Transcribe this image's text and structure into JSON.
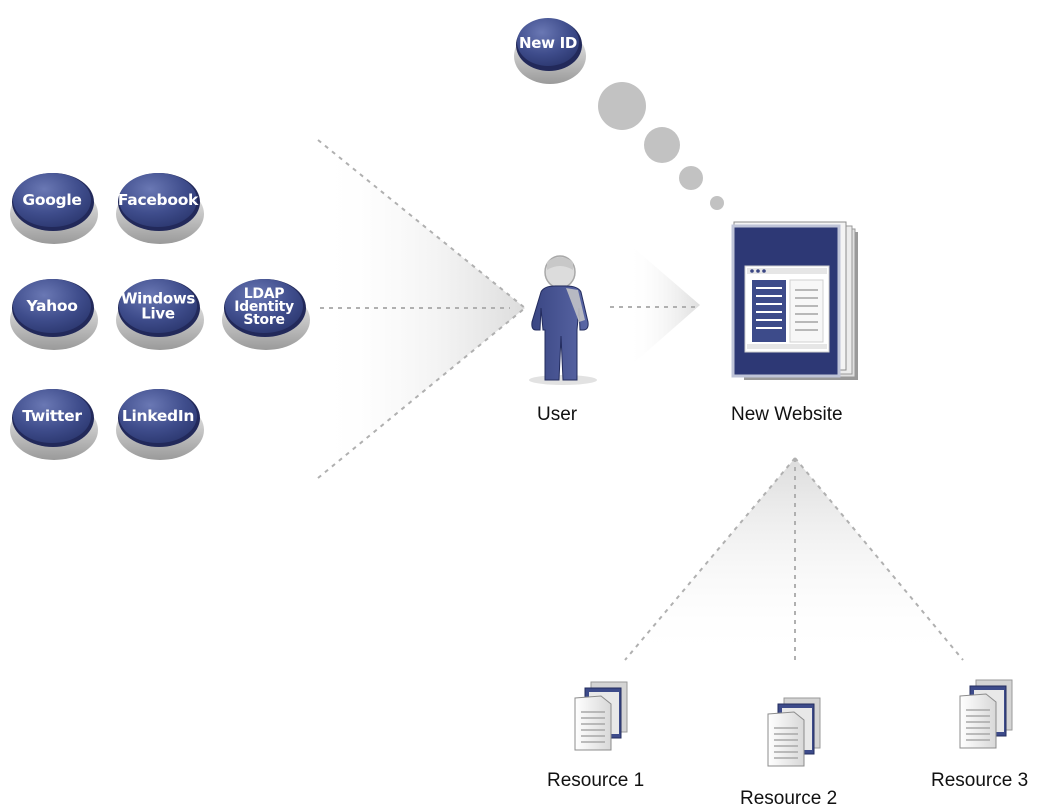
{
  "new_id": "New ID",
  "identity_providers": [
    {
      "lines": [
        "Google"
      ]
    },
    {
      "lines": [
        "Facebook"
      ]
    },
    {
      "lines": [
        "Yahoo"
      ]
    },
    {
      "lines": [
        "Windows",
        "Live"
      ]
    },
    {
      "lines": [
        "LDAP",
        "Identity",
        "Store"
      ]
    },
    {
      "lines": [
        "Twitter"
      ]
    },
    {
      "lines": [
        "LinkedIn"
      ]
    }
  ],
  "user_label": "User",
  "website_label": "New Website",
  "resources": [
    "Resource 1",
    "Resource 2",
    "Resource 3"
  ],
  "colors": {
    "button_fill": "#3d4b8a",
    "button_base": "#d4d4d4",
    "bubble": "#c2c2c2",
    "beam": "#e6e6e6",
    "dotted_line": "#b0b0b0"
  }
}
